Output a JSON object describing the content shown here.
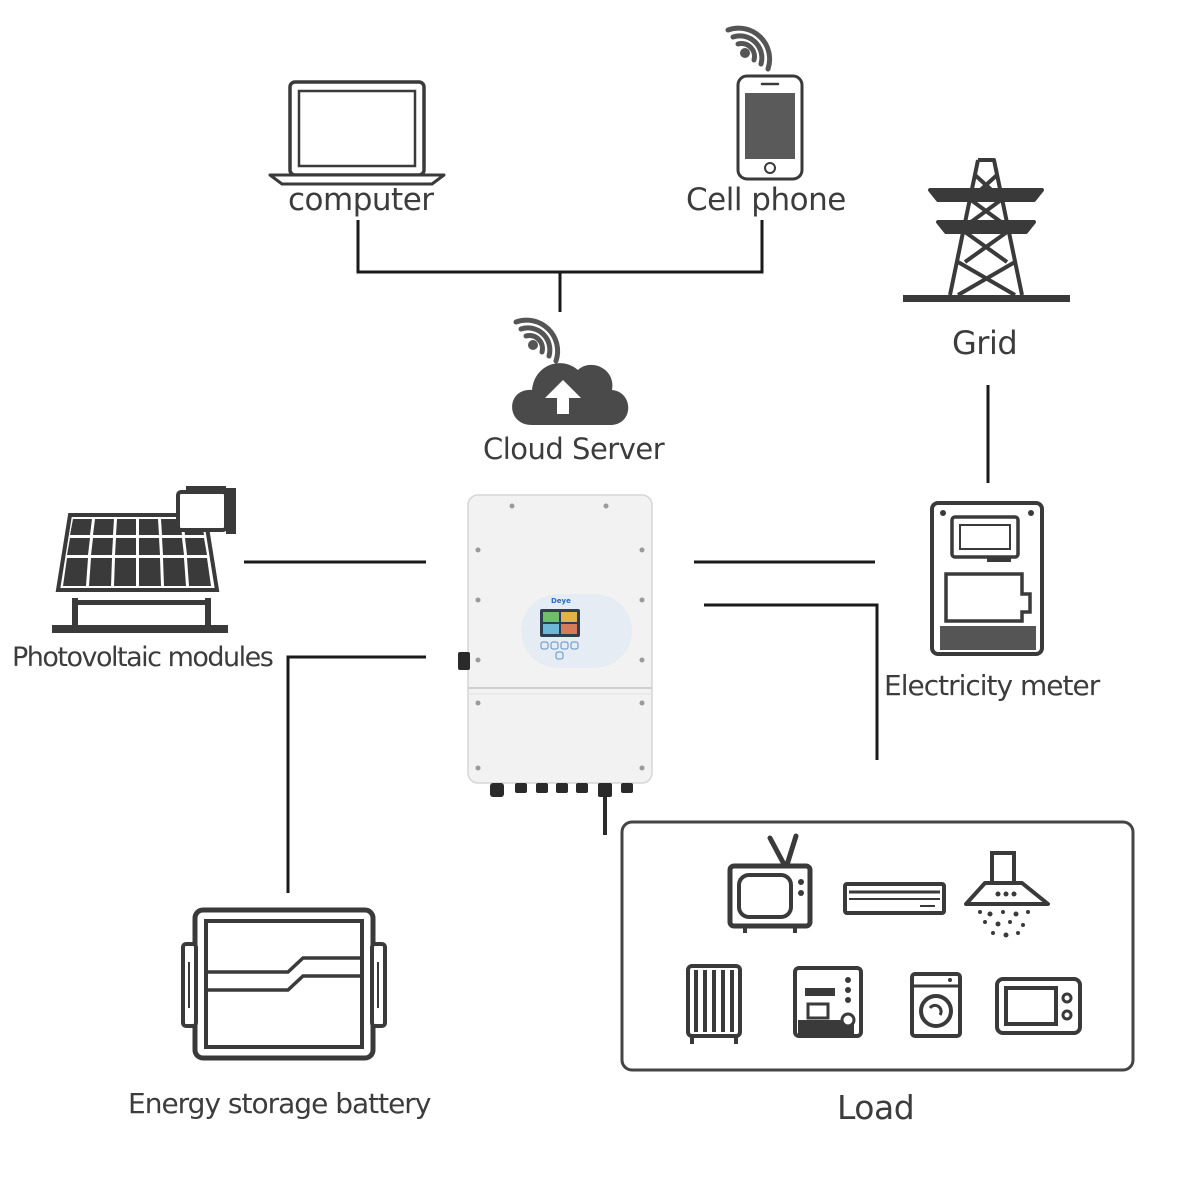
{
  "nodes": {
    "computer": {
      "label": "computer"
    },
    "cell_phone": {
      "label": "Cell phone"
    },
    "grid": {
      "label": "Grid"
    },
    "cloud_server": {
      "label": "Cloud Server"
    },
    "pv_modules": {
      "label": "Photovoltaic modules"
    },
    "electricity_meter": {
      "label": "Electricity meter"
    },
    "battery": {
      "label": "Energy storage battery"
    },
    "load": {
      "label": "Load"
    },
    "inverter": {
      "brand": "Deye"
    }
  },
  "colors": {
    "line": "#1a1a1a",
    "icon": "#3a3a3a",
    "icon_fill": "#555555",
    "inverter_body": "#f2f2f2",
    "label": "#3c3c3c"
  },
  "icons": [
    "laptop-icon",
    "smartphone-icon",
    "wifi-icon",
    "transmission-tower-icon",
    "cloud-upload-icon",
    "solar-panel-icon",
    "hybrid-inverter",
    "electricity-meter-icon",
    "battery-icon",
    "tv-icon",
    "air-conditioner-icon",
    "range-hood-icon",
    "oil-heater-icon",
    "coffee-machine-icon",
    "washing-machine-icon",
    "microwave-icon"
  ]
}
